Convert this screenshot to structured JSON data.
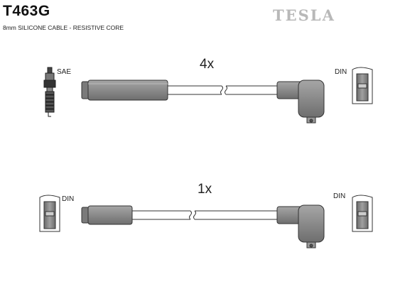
{
  "header": {
    "part_number": "T463G",
    "cable_spec": "8mm SILICONE CABLE - RESISTIVE CORE",
    "brand": "TESLA"
  },
  "lead_sets": [
    {
      "quantity": "4x",
      "left_terminal": "SAE",
      "right_terminal": "DIN"
    },
    {
      "quantity": "1x",
      "left_terminal": "DIN",
      "right_terminal": "DIN"
    }
  ],
  "colors": {
    "boot_fill": "#8c8c8c",
    "boot_stroke": "#333333",
    "brand_grey": "#b8b8b8"
  }
}
